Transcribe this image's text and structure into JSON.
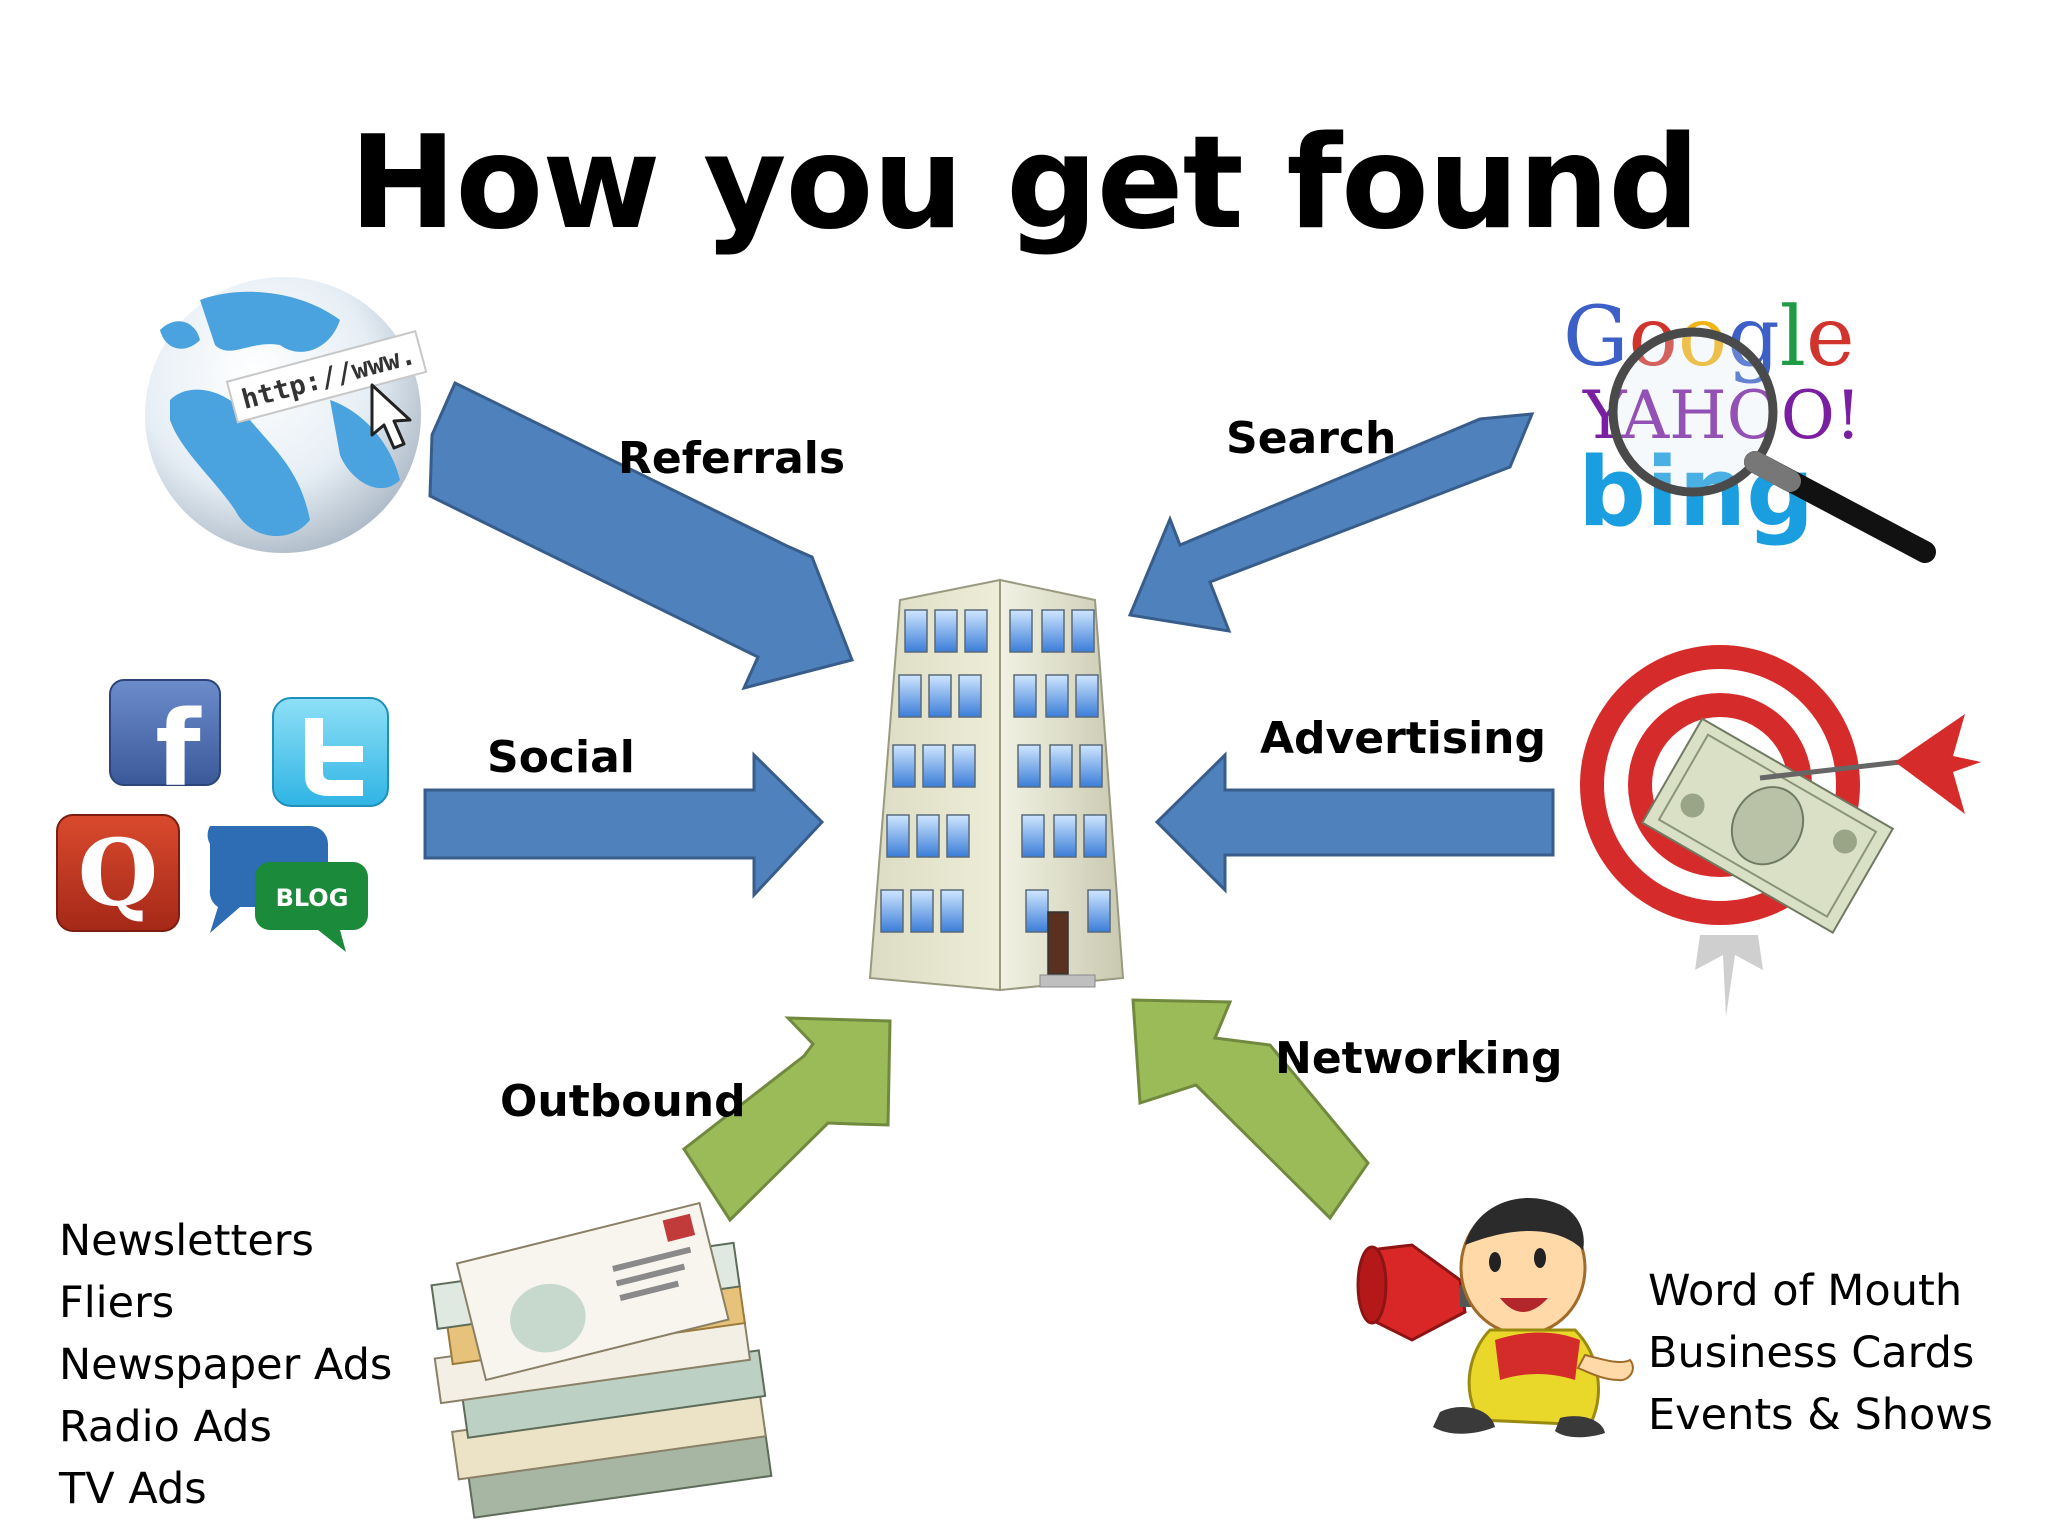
{
  "title": "How you get found",
  "channels": {
    "referrals": "Referrals",
    "search": "Search",
    "social": "Social",
    "advertising": "Advertising",
    "outbound": "Outbound",
    "networking": "Networking"
  },
  "outbound_items": [
    "Newsletters",
    "Fliers",
    "Newspaper Ads",
    "Radio Ads",
    "TV Ads"
  ],
  "networking_items": [
    "Word of Mouth",
    "Business Cards",
    "Events & Shows"
  ],
  "icon_text": {
    "url": "http://www.",
    "google": "Google",
    "yahoo": "YAHOO!",
    "bing": "bing",
    "blog": "BLOG",
    "facebook": "f",
    "quora": "Q"
  },
  "colors": {
    "blue_arrow": "#4f81bd",
    "green_arrow": "#9bbb59",
    "blue_arrow_stroke": "#385d8a",
    "green_arrow_stroke": "#71893f"
  }
}
